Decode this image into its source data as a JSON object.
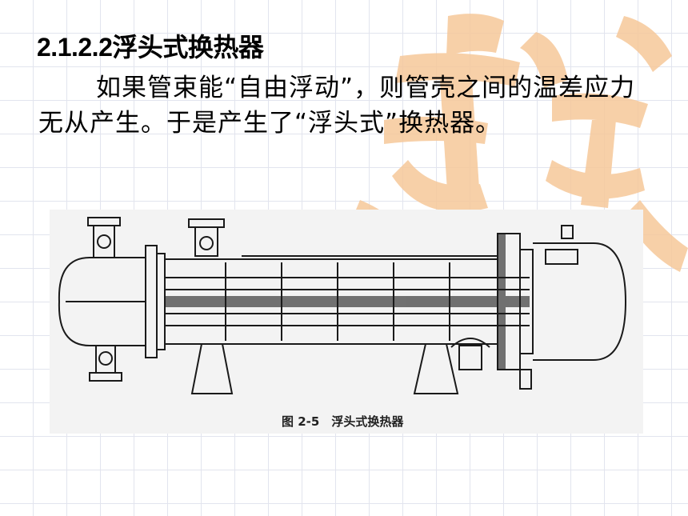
{
  "slide": {
    "title": "2.1.2.2浮头式换热器",
    "paragraph": "如果管束能“自由浮动”，则管壳之间的温差应力无从产生。于是产生了“浮头式”换热器。"
  },
  "figure": {
    "caption": "图 2-5　浮头式换热器"
  },
  "colors": {
    "watermark": "#f6c89a",
    "line": "#1a1a1a"
  }
}
